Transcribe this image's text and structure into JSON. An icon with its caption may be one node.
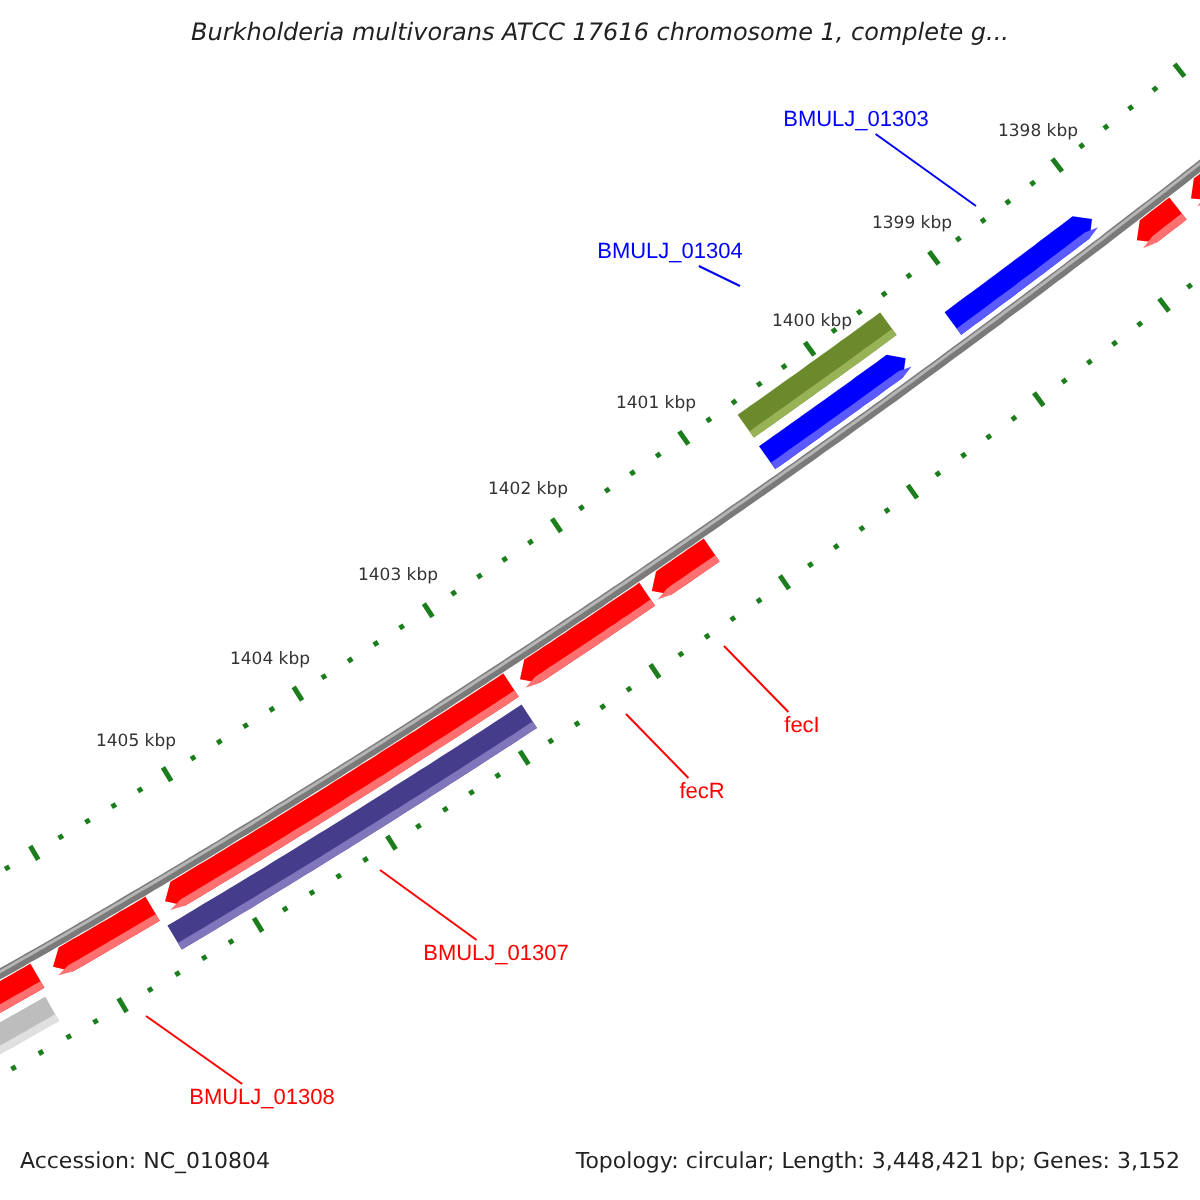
{
  "diagram": {
    "title": "Burkholderia multivorans ATCC 17616 chromosome 1, complete g...",
    "nodes": [
      {
        "text": [
          "BMULJ_01303"
        ]
      },
      {
        "text": [
          "BMULJ_01304"
        ]
      },
      {
        "text": [
          "fecI"
        ]
      },
      {
        "text": [
          "fecR"
        ]
      },
      {
        "text": [
          "BMULJ_01307"
        ]
      },
      {
        "text": [
          "BMULJ_01308"
        ]
      }
    ],
    "edges": [
      {
        "from": 0,
        "to": null,
        "arrow": "none",
        "color": "#0000ff"
      },
      {
        "from": 1,
        "to": null,
        "arrow": "none",
        "color": "#0000ff"
      },
      {
        "from": 2,
        "to": null,
        "arrow": "none"
      },
      {
        "from": 3,
        "to": null,
        "arrow": "none"
      },
      {
        "from": 4,
        "to": null,
        "arrow": "none"
      },
      {
        "from": 5,
        "to": null,
        "arrow": "none"
      }
    ],
    "labels": [
      "1398 kbp",
      "1399 kbp",
      "1400 kbp",
      "1401 kbp",
      "1402 kbp",
      "1403 kbp",
      "1404 kbp",
      "1405 kbp",
      "Accession: NC_010804",
      "Topology: circular; Length: 3,448,421 bp; Genes: 3,152"
    ]
  }
}
